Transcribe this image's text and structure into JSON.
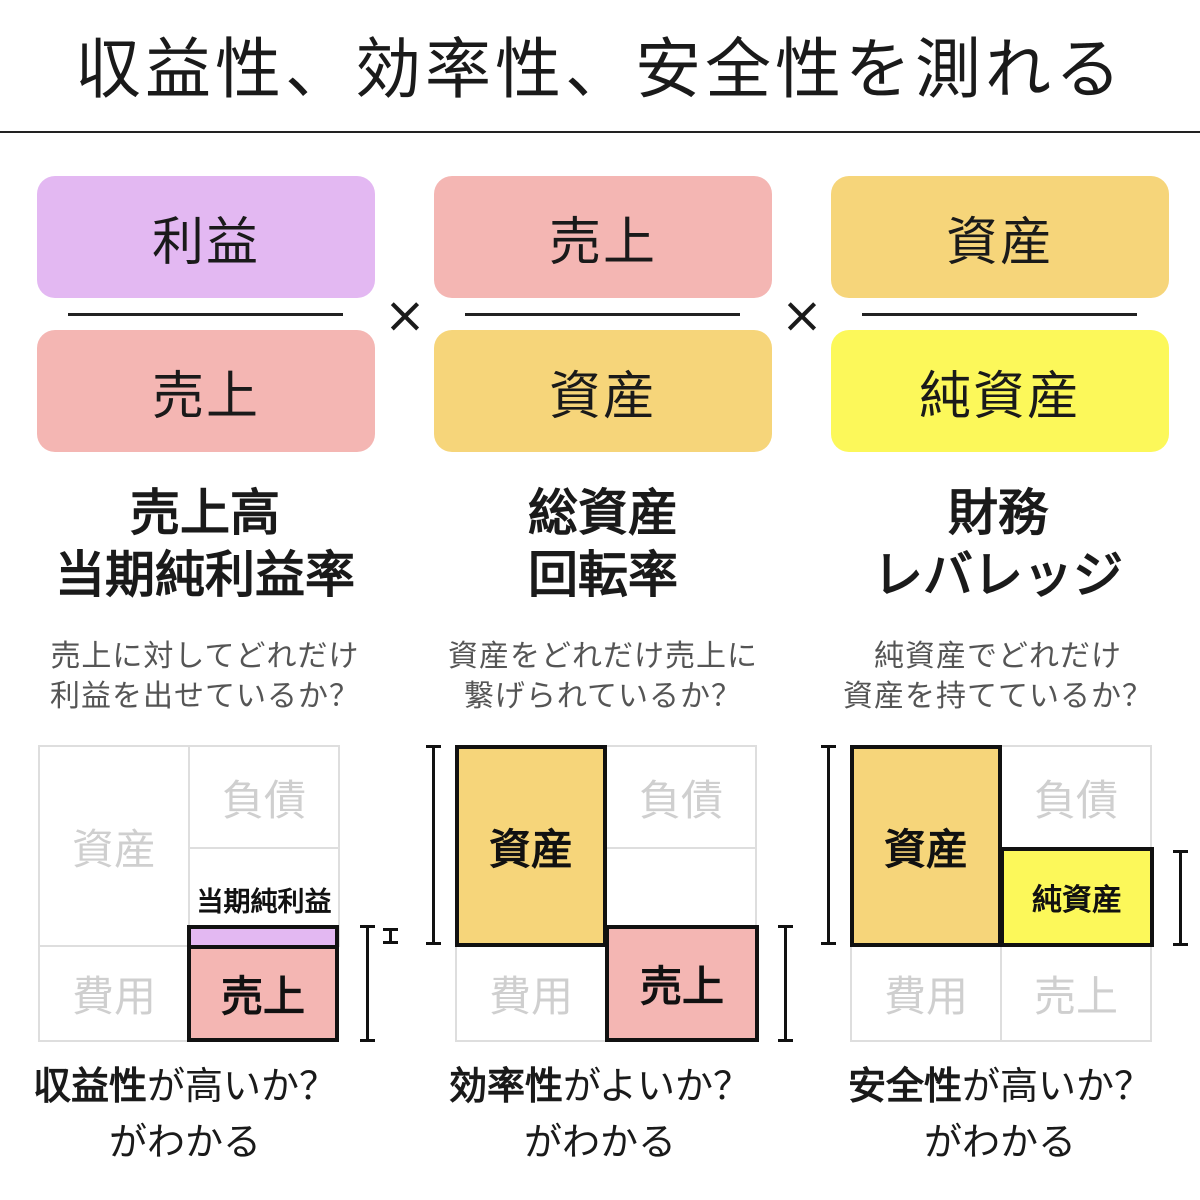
{
  "title": "収益性、効率性、安全性を測れる",
  "colors": {
    "profit": "#e3b8f2",
    "sales": "#f4b6b3",
    "assets": "#f6d57a",
    "net_assets": "#fcf85a"
  },
  "operator": "×",
  "fractions": [
    {
      "numerator": "利益",
      "denominator": "売上"
    },
    {
      "numerator": "売上",
      "denominator": "資産"
    },
    {
      "numerator": "資産",
      "denominator": "純資産"
    }
  ],
  "metrics": [
    {
      "line1": "売上高",
      "line2": "当期純利益率"
    },
    {
      "line1": "総資産",
      "line2": "回転率"
    },
    {
      "line1": "財務",
      "line2": "レバレッジ"
    }
  ],
  "questions": [
    {
      "line1": "売上に対してどれだけ",
      "line2": "利益を出せているか？"
    },
    {
      "line1": "資産をどれだけ売上に",
      "line2": "繋げられているか？"
    },
    {
      "line1": "純資産でどれだけ",
      "line2": "資産を持てているか？"
    }
  ],
  "bs_labels": {
    "liabilities": "負債",
    "assets": "資産",
    "expenses": "費用",
    "sales": "売上",
    "net_income": "当期純利益",
    "net_assets": "純資産"
  },
  "conclusions": [
    {
      "bold": "収益性",
      "rest": "が高いか？",
      "line2": "がわかる"
    },
    {
      "bold": "効率性",
      "rest": "がよいか？",
      "line2": "がわかる"
    },
    {
      "bold": "安全性",
      "rest": "が高いか？",
      "line2": "がわかる"
    }
  ]
}
